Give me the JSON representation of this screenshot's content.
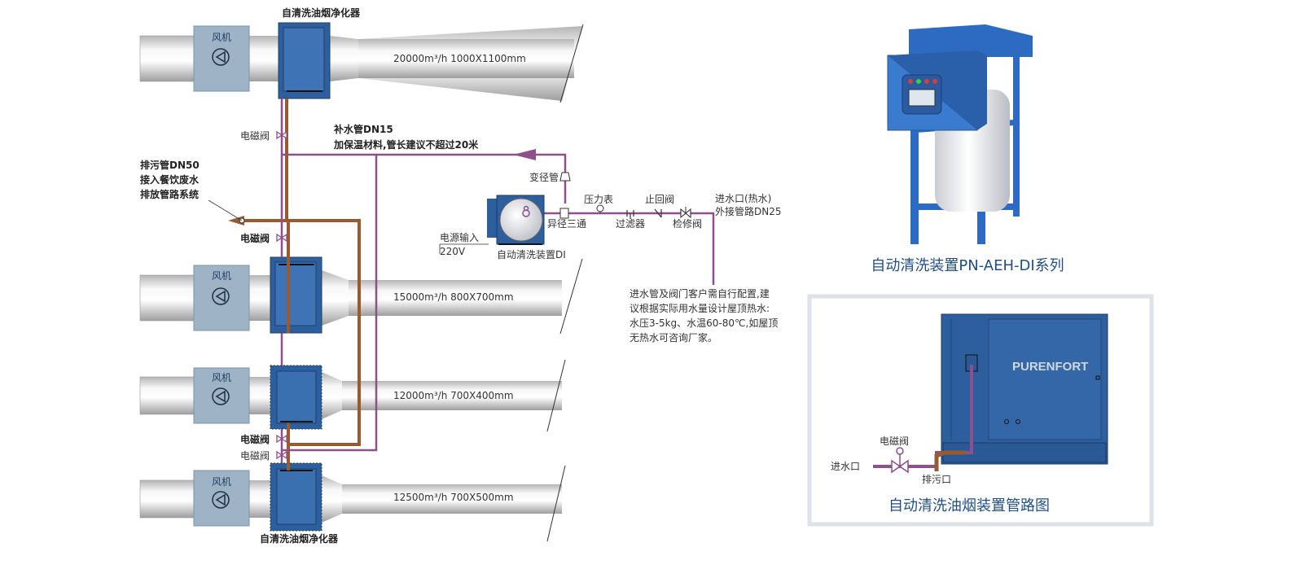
{
  "colors": {
    "purple_water": "#8e4f8c",
    "brown_drain": "#9a5a30",
    "unit_blue": "#2d5f9e",
    "fan_box": "#9fb3c6",
    "duct_gray": "#dcdcdc",
    "caption_blue": "#1f4e8c"
  },
  "purifier_label_top": "自清洗油烟净化器",
  "purifier_label_bottom": "自清洗油烟净化器",
  "fan_label": "风机",
  "ducts": [
    {
      "spec": "20000m³/h    1000X1100mm"
    },
    {
      "spec": "15000m³/h    800X700mm"
    },
    {
      "spec": "12000m³/h    700X400mm"
    },
    {
      "spec": "12500m³/h    700X500mm"
    }
  ],
  "valve_labels": {
    "top": "电磁阀",
    "mid": "电磁阀",
    "low1": "电磁阀",
    "low2": "电磁阀"
  },
  "drain_note": [
    "排污管DN50",
    "接入餐饮废水",
    "排放管路系统"
  ],
  "makeup_note": [
    "补水管DN15",
    "加保温材料,管长建议不超过20米"
  ],
  "fittings": {
    "reducer": "变径管",
    "pressure_gauge": "压力表",
    "check_valve": "止回阀",
    "tee": "异径三通",
    "filter": "过滤器",
    "service_valve": "检修阀",
    "inlet_line1": "进水口(热水)",
    "inlet_line2": "外接管路DN25"
  },
  "power": {
    "label": "电源输入",
    "voltage": "220V"
  },
  "device_label": "自动清洗装置DI",
  "advice_note": [
    "进水管及阀门客户需自行配置,建",
    "议根据实际用水量设计屋顶热水:",
    "水压3-5kg、水温60-80℃,如屋顶",
    "无热水可咨询厂家。"
  ],
  "product_caption": "自动清洗装置PN-AEH-DI系列",
  "inset": {
    "brand": "PURENFORT",
    "valve": "电磁阀",
    "inlet": "进水口",
    "drain": "排污口",
    "caption": "自动清洗油烟装置管路图"
  }
}
